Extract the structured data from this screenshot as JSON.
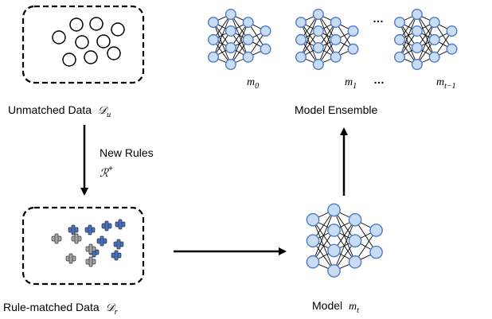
{
  "unmatched": {
    "label": "Unmatched Data",
    "symbol": "𝒟",
    "subscript": "u"
  },
  "rule_matched": {
    "label": "Rule-matched Data",
    "symbol": "𝒟",
    "subscript": "r"
  },
  "new_rules": {
    "label": "New Rules",
    "symbol": "ℛ",
    "superscript": "+"
  },
  "ensemble": {
    "label": "Model Ensemble",
    "ellipsis": "…",
    "models": [
      {
        "base": "m",
        "sub": "0"
      },
      {
        "base": "m",
        "sub": "1"
      },
      {
        "base": "m",
        "sub": "t−1"
      }
    ]
  },
  "current_model": {
    "label": "Model",
    "base": "m",
    "sub": "t"
  },
  "colors": {
    "node_fill": "#c9dcf2",
    "node_stroke": "#4a7cc9",
    "rule_blue": "#4472c4",
    "rule_gray": "#a5a5a5"
  }
}
